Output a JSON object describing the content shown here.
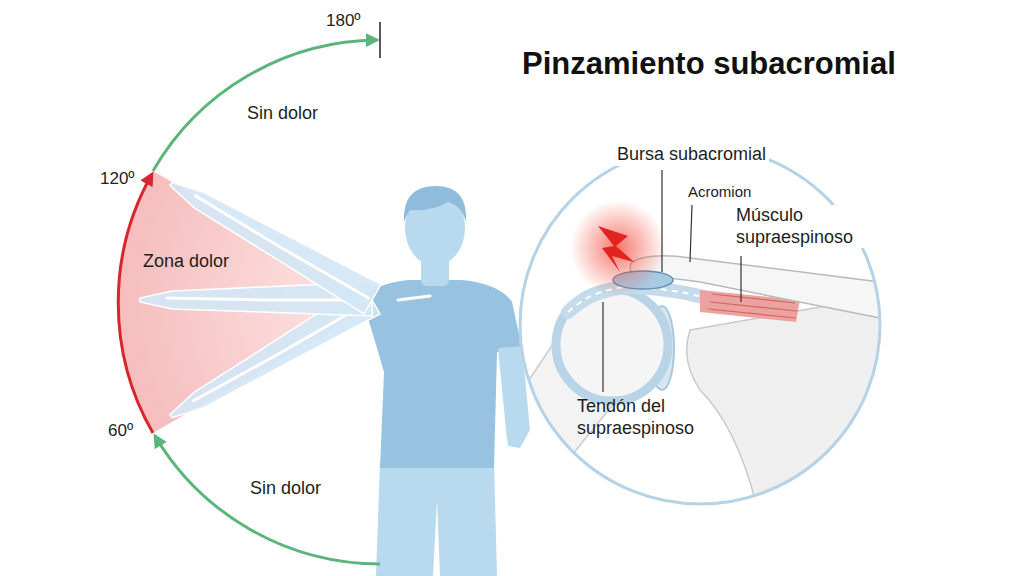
{
  "diagram": {
    "title": "Pinzamiento subacromial",
    "nodes": [
      {
        "text": [
          "Bursa subacromial",
          "Acromion",
          "Músculo supraespinoso",
          "Tendón del supraespinoso"
        ]
      }
    ],
    "labels": [
      "180º",
      "Sin dolor",
      "120º",
      "Zona dolor",
      "60º",
      "Sin dolor"
    ]
  }
}
